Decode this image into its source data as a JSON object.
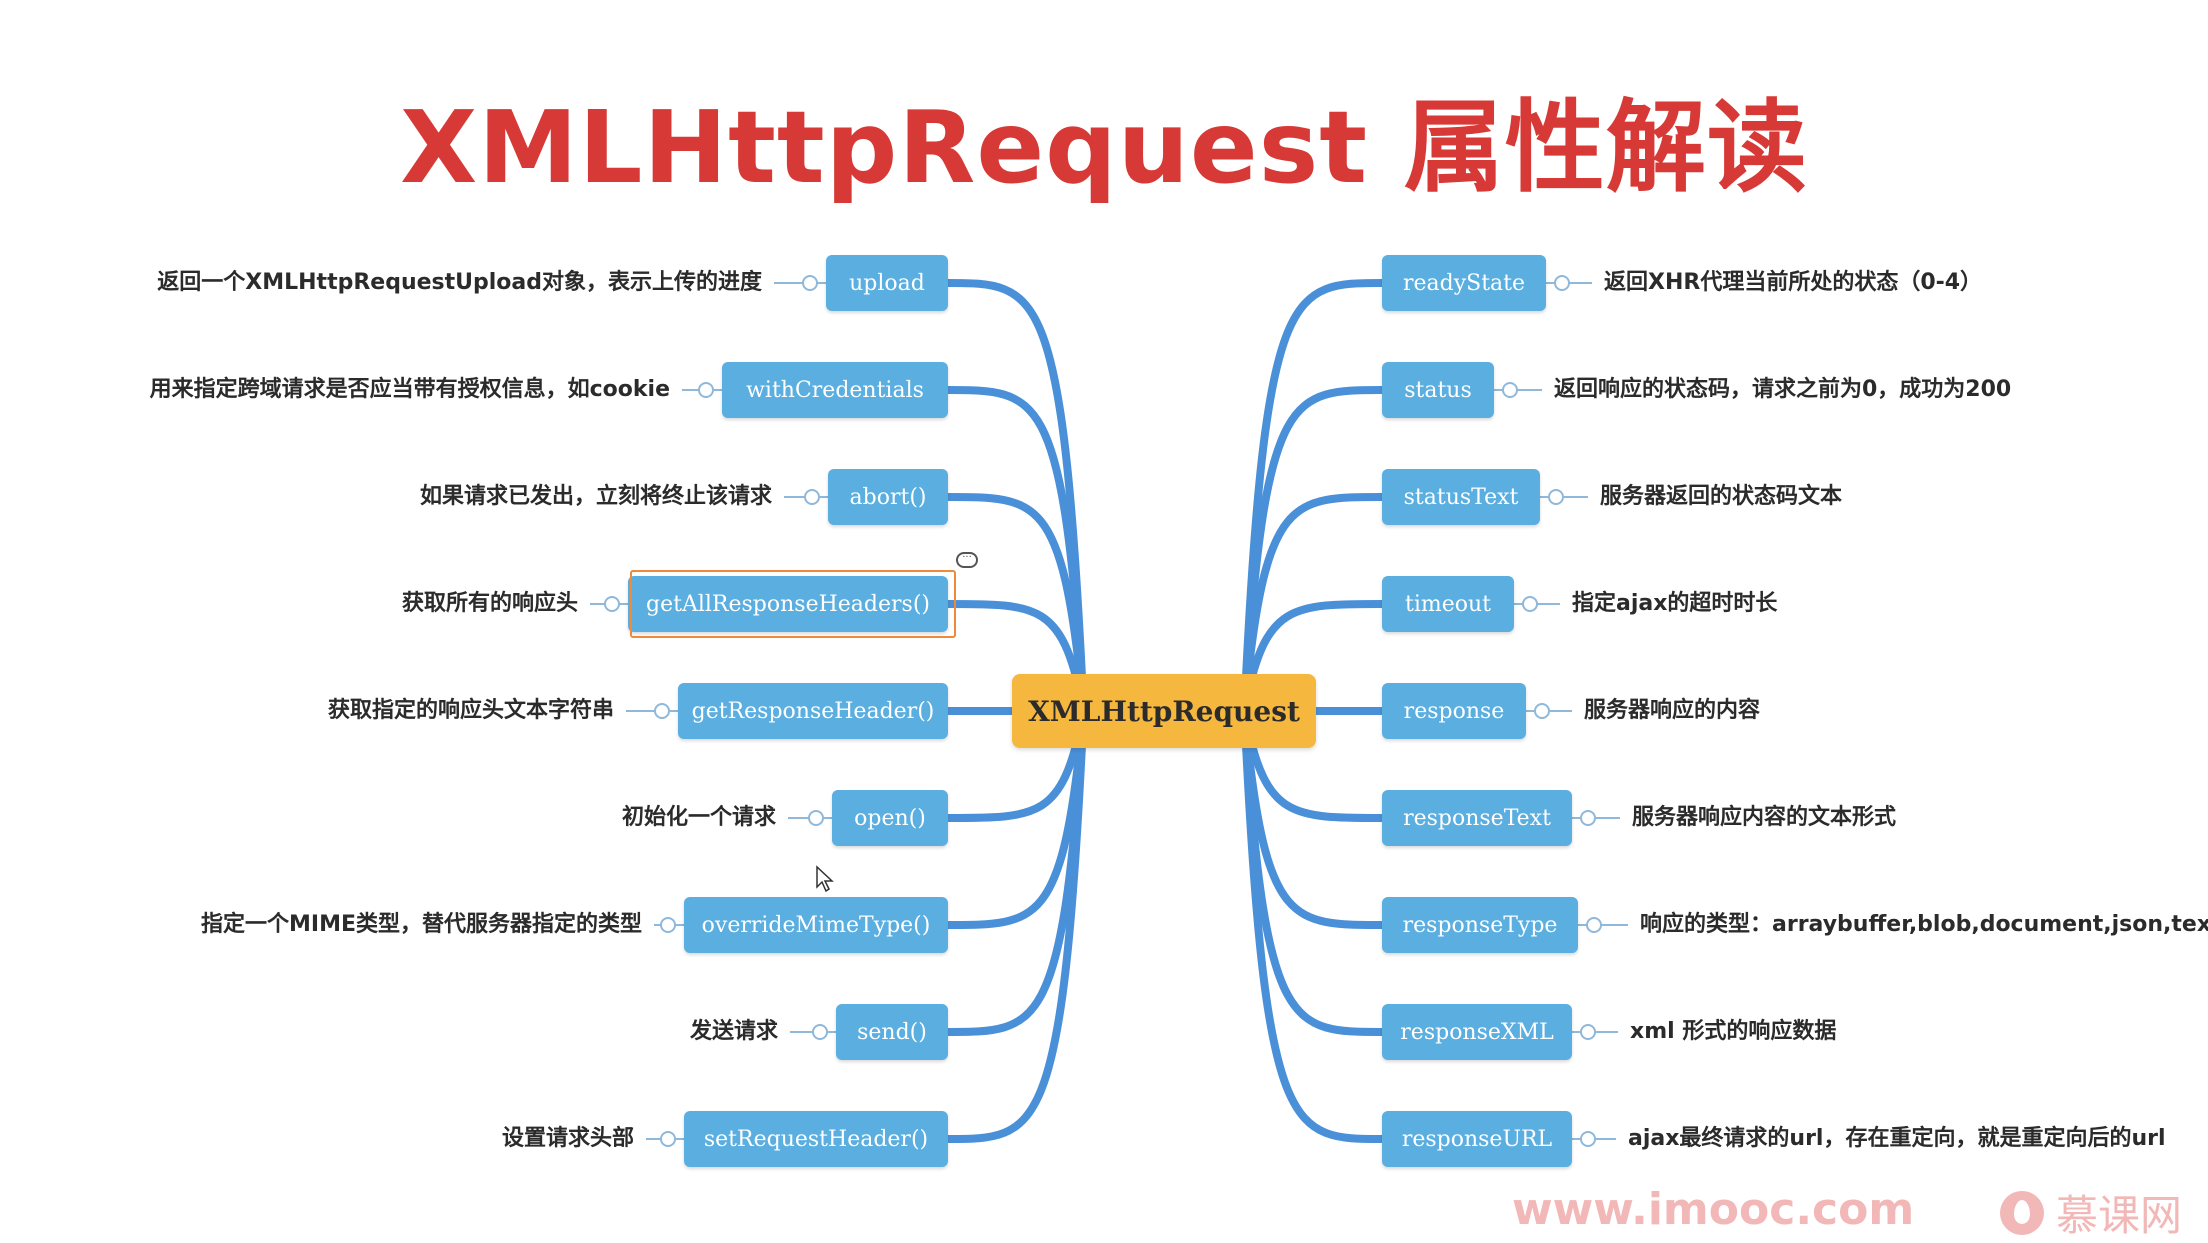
{
  "title": "XMLHttpRequest 属性解读",
  "center": {
    "label": "XMLHttpRequest"
  },
  "left_nodes": [
    {
      "label": "upload",
      "desc": "返回一个XMLHttpRequestUpload对象，表示上传的进度"
    },
    {
      "label": "withCredentials",
      "desc": "用来指定跨域请求是否应当带有授权信息，如cookie"
    },
    {
      "label": "abort()",
      "desc": "如果请求已发出，立刻将终止该请求"
    },
    {
      "label": "getAllResponseHeaders()",
      "desc": "获取所有的响应头"
    },
    {
      "label": "getResponseHeader()",
      "desc": "获取指定的响应头文本字符串"
    },
    {
      "label": "open()",
      "desc": "初始化一个请求"
    },
    {
      "label": "overrideMimeType()",
      "desc": "指定一个MIME类型，替代服务器指定的类型"
    },
    {
      "label": "send()",
      "desc": "发送请求"
    },
    {
      "label": "setRequestHeader()",
      "desc": "设置请求头部"
    }
  ],
  "right_nodes": [
    {
      "label": "readyState",
      "desc": "返回XHR代理当前所处的状态（0-4）"
    },
    {
      "label": "status",
      "desc": "返回响应的状态码，请求之前为0，成功为200"
    },
    {
      "label": "statusText",
      "desc": "服务器返回的状态码文本"
    },
    {
      "label": "timeout",
      "desc": "指定ajax的超时时长"
    },
    {
      "label": "response",
      "desc": "服务器响应的内容"
    },
    {
      "label": "responseText",
      "desc": "服务器响应内容的文本形式"
    },
    {
      "label": "responseType",
      "desc": "响应的类型：arraybuffer,blob,document,json,text"
    },
    {
      "label": "responseXML",
      "desc": "xml 形式的响应数据"
    },
    {
      "label": "responseURL",
      "desc": "ajax最终请求的url，存在重定向，就是重定向后的url"
    }
  ],
  "selected_node": "getAllResponseHeaders()",
  "watermark": "www.imooc.com",
  "brand": "慕课网",
  "colors": {
    "title": "#d73a36",
    "node": "#5aaee0",
    "center": "#f5b73e",
    "link": "#4a90d9",
    "selection": "#f08a3a"
  }
}
